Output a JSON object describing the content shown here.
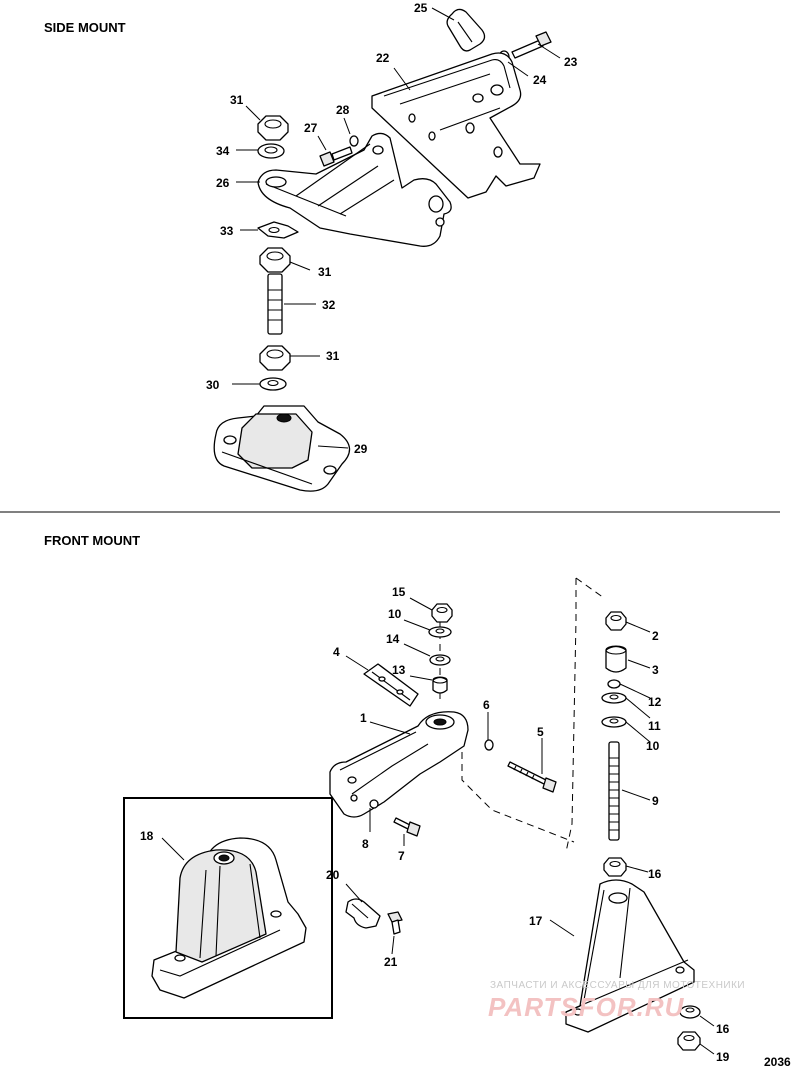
{
  "sections": {
    "side_mount": "SIDE MOUNT",
    "front_mount": "FRONT MOUNT"
  },
  "diagram_id": "2036",
  "watermark": {
    "caption": "ЗАПЧАСТИ И АКСЕССУАРЫ ДЛЯ МОТОТЕХНИКИ",
    "brand": "PARTSFOR.RU"
  },
  "callouts": {
    "p25": "25",
    "p23": "23",
    "p24": "24",
    "p22": "22",
    "p31a": "31",
    "p28": "28",
    "p27": "27",
    "p34": "34",
    "p26": "26",
    "p33": "33",
    "p31b": "31",
    "p32": "32",
    "p31c": "31",
    "p30": "30",
    "p29": "29",
    "p15": "15",
    "p10a": "10",
    "p14": "14",
    "p4": "4",
    "p13": "13",
    "p1": "1",
    "p6": "6",
    "p5": "5",
    "p8": "8",
    "p7": "7",
    "p2": "2",
    "p3": "3",
    "p12": "12",
    "p11": "11",
    "p10b": "10",
    "p9": "9",
    "p16a": "16",
    "p18": "18",
    "p20": "20",
    "p21": "21",
    "p17": "17",
    "p16b": "16",
    "p19": "19"
  }
}
